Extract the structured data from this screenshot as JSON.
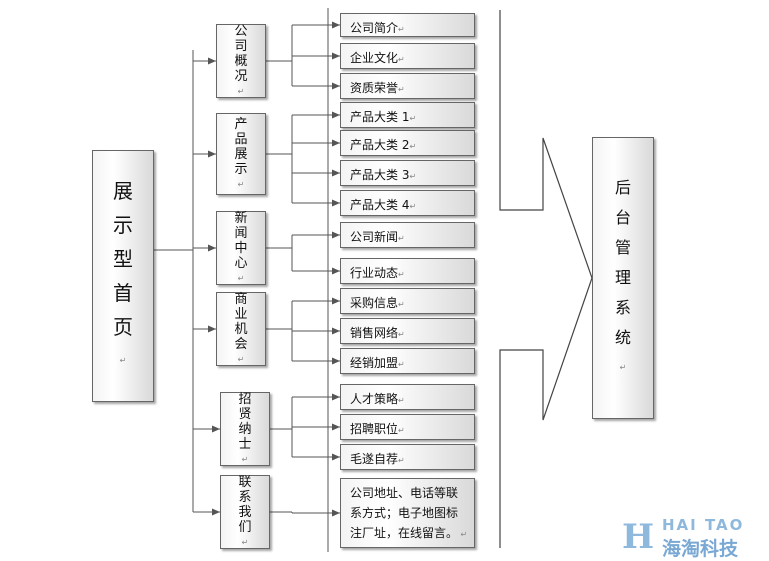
{
  "home": {
    "title": [
      "展",
      "示",
      "型",
      "首",
      "页"
    ]
  },
  "backend": {
    "title": [
      "后",
      "台",
      "管",
      "理",
      "系",
      "统"
    ]
  },
  "categories": [
    {
      "label": [
        "公",
        "司",
        "概",
        "况"
      ],
      "items": [
        "公司简介",
        "企业文化",
        "资质荣誉"
      ]
    },
    {
      "label": [
        "产",
        "品",
        "展",
        "示"
      ],
      "items": [
        "产品大类 1",
        "产品大类 2",
        "产品大类 3",
        "产品大类 4"
      ]
    },
    {
      "label": [
        "新",
        "闻",
        "中",
        "心"
      ],
      "items": [
        "公司新闻",
        "行业动态"
      ]
    },
    {
      "label": [
        "商",
        "业",
        "机",
        "会"
      ],
      "items": [
        "采购信息",
        "销售网络",
        "经销加盟"
      ]
    },
    {
      "label": [
        "招",
        "贤",
        "纳",
        "士"
      ],
      "items": [
        "人才策略",
        "招聘职位",
        "毛遂自荐"
      ]
    },
    {
      "label": [
        "联",
        "系",
        "我",
        "们"
      ],
      "items": [
        "公司地址、电话等联系方式；电子地图标注厂址，在线留言。"
      ]
    }
  ],
  "contact_lines": [
    "公司地址、电话等联",
    "系方式；电子地图标",
    "注厂址，在线留言。"
  ],
  "paragraph_mark": "↵",
  "logo": {
    "letter": "H",
    "en": "HAI TAO",
    "cn": "海淘科技"
  },
  "colors": {
    "line": "#555555",
    "border": "#666666",
    "logo": "#8fb8dd"
  }
}
